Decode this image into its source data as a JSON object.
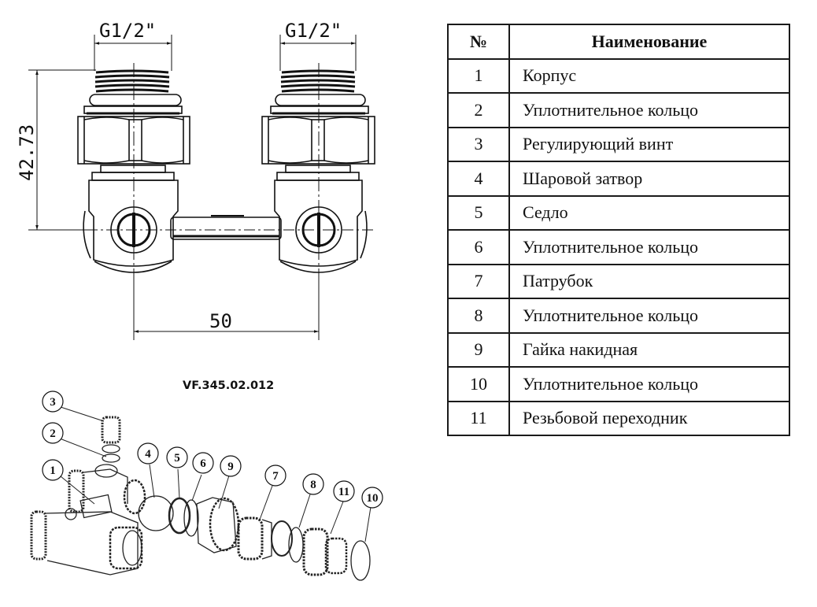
{
  "drawing": {
    "dimensions": {
      "thread_left": "G1/2\"",
      "thread_right": "G1/2\"",
      "height": "42.73",
      "center_distance": "50"
    },
    "model_code": "VF.345.02.012",
    "balloons": [
      "1",
      "2",
      "3",
      "4",
      "5",
      "6",
      "7",
      "8",
      "9",
      "10",
      "11"
    ]
  },
  "parts_table": {
    "headers": {
      "number": "№",
      "name": "Наименование"
    },
    "rows": [
      {
        "number": "1",
        "name": "Корпус"
      },
      {
        "number": "2",
        "name": "Уплотнительное кольцо"
      },
      {
        "number": "3",
        "name": "Регулирующий винт"
      },
      {
        "number": "4",
        "name": "Шаровой затвор"
      },
      {
        "number": "5",
        "name": "Седло"
      },
      {
        "number": "6",
        "name": "Уплотнительное кольцо"
      },
      {
        "number": "7",
        "name": "Патрубок"
      },
      {
        "number": "8",
        "name": "Уплотнительное кольцо"
      },
      {
        "number": "9",
        "name": "Гайка накидная"
      },
      {
        "number": "10",
        "name": "Уплотнительное кольцо"
      },
      {
        "number": "11",
        "name": "Резьбовой переходник"
      }
    ]
  }
}
